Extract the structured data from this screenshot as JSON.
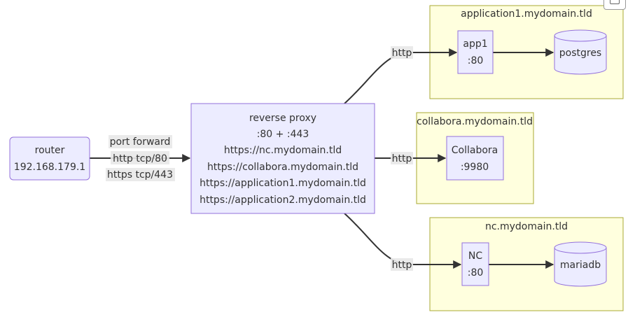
{
  "clusters": {
    "app1": "application1.mydomain.tld",
    "collabora": "collabora.mydomain.tld",
    "nc": "nc.mydomain.tld"
  },
  "nodes": {
    "router": [
      "router",
      "192.168.179.1"
    ],
    "proxy": [
      "reverse proxy",
      ":80 + :443",
      "https://nc.mydomain.tld",
      "https://collabora.mydomain.tld",
      "https://application1.mydomain.tld",
      "https://application2.mydomain.tld"
    ],
    "app1": [
      "app1",
      ":80"
    ],
    "postgres": "postgres",
    "collabora": [
      "Collabora",
      ":9980"
    ],
    "nc": [
      "NC",
      ":80"
    ],
    "mariadb": "mariadb"
  },
  "edges": {
    "router_proxy": [
      "port forward",
      "http tcp/80",
      "https tcp/443"
    ],
    "proxy_app1": "http",
    "proxy_collabora": "http",
    "proxy_nc": "http"
  },
  "colors": {
    "node_fill": "#ececff",
    "node_stroke": "#9370db",
    "cluster_fill": "#ffffde",
    "cluster_stroke": "#aaaa33",
    "edge": "#333333"
  },
  "icons": {
    "corner": "download-icon"
  }
}
